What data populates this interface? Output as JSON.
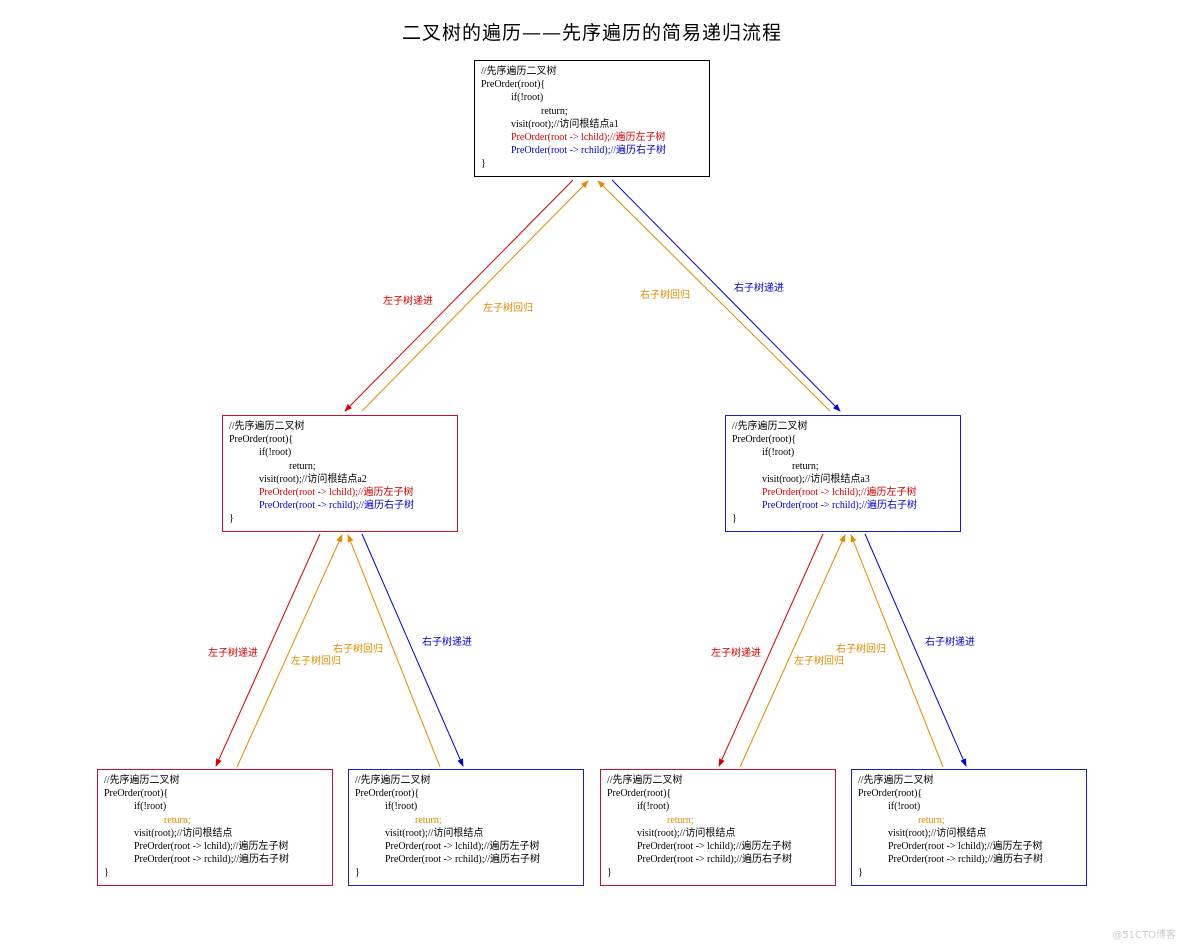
{
  "title": "二叉树的遍历——先序遍历的简易递归流程",
  "code": {
    "comment": "//先序遍历二叉树",
    "signature": "PreOrder(root){",
    "if_line": "if(!root)",
    "return_line": "return;",
    "visit_prefix": "visit(root);//访问根结点",
    "left_call": "PreOrder(root -> lchild);//遍历左子树",
    "right_call": "PreOrder(root -> rchild);//遍历右子树",
    "close": "}"
  },
  "nodes": [
    {
      "id": "root",
      "visit_subscript": "a1",
      "border": "black",
      "kind": "internal"
    },
    {
      "id": "left",
      "visit_subscript": "a2",
      "border": "red",
      "kind": "internal"
    },
    {
      "id": "right",
      "visit_subscript": "a3",
      "border": "blue",
      "kind": "internal"
    },
    {
      "id": "left-left",
      "visit_subscript": "",
      "border": "red",
      "kind": "leaf"
    },
    {
      "id": "left-right",
      "visit_subscript": "",
      "border": "blue",
      "kind": "leaf"
    },
    {
      "id": "right-left",
      "visit_subscript": "",
      "border": "red",
      "kind": "leaf"
    },
    {
      "id": "right-right",
      "visit_subscript": "",
      "border": "blue",
      "kind": "leaf"
    }
  ],
  "labels": {
    "left_forward": "左子树递进",
    "left_return": "左子树回归",
    "right_return": "右子树回归",
    "right_forward": "右子树递进"
  },
  "colors": {
    "left": "#d40000",
    "right": "#0000cc",
    "return": "#e08a00"
  },
  "watermark": "@51CTO博客"
}
